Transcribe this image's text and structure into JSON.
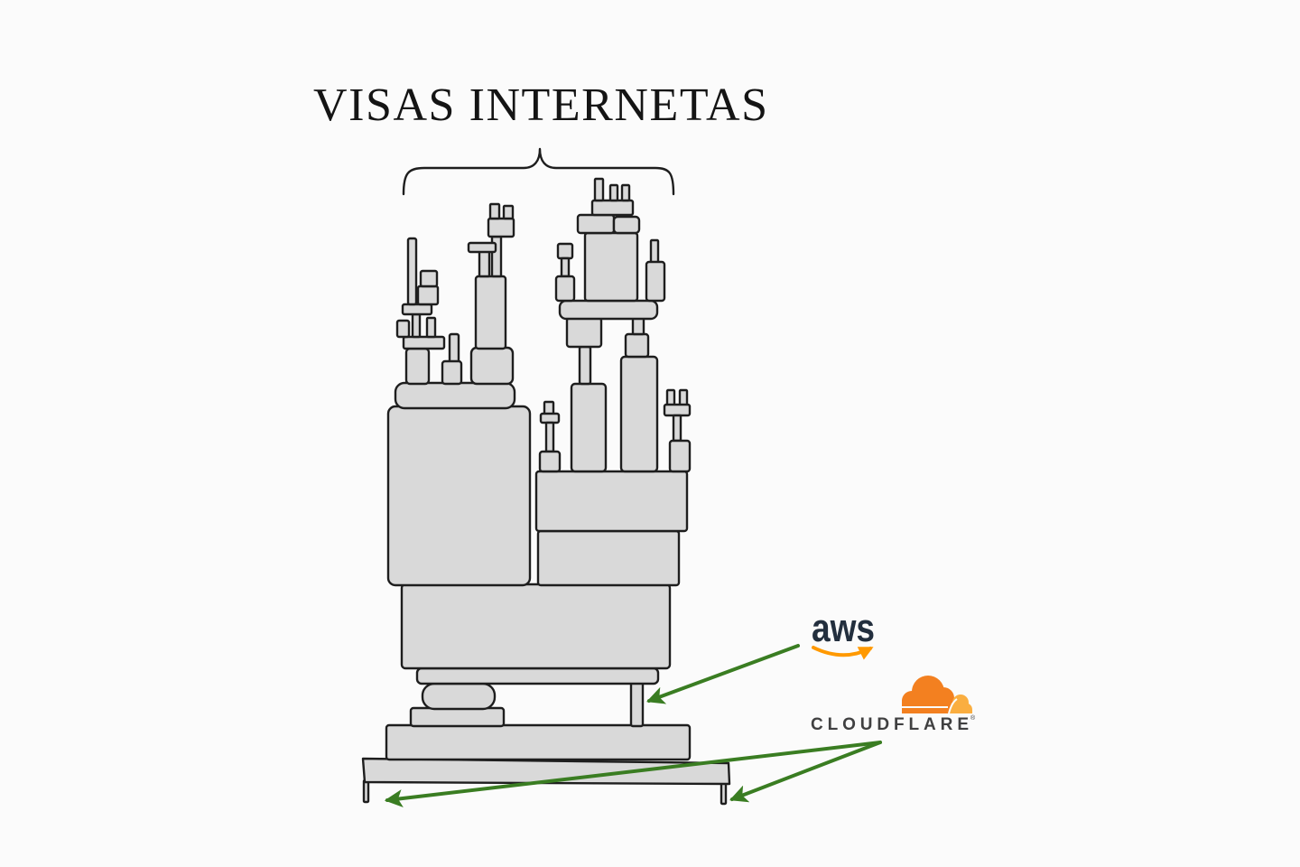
{
  "title": "VISAS INTERNETAS",
  "logos": {
    "aws": {
      "wordmark": "aws",
      "icon": "amazon-smile-arrow-icon"
    },
    "cloudflare": {
      "wordmark": "CLOUDFLARE",
      "registered": "®",
      "icon": "cloudflare-cloud-icon"
    }
  },
  "colors": {
    "background": "#FBFBFB",
    "text": "#141414",
    "outline": "#1E1E1E",
    "block_fill": "#D9D9D9",
    "arrow": "#3A7D22",
    "aws_wordmark": "#232F3E",
    "aws_smile": "#FF9900",
    "cloudflare_orange": "#F38020",
    "cloudflare_light": "#FAAE40",
    "cloudflare_text": "#404041"
  }
}
